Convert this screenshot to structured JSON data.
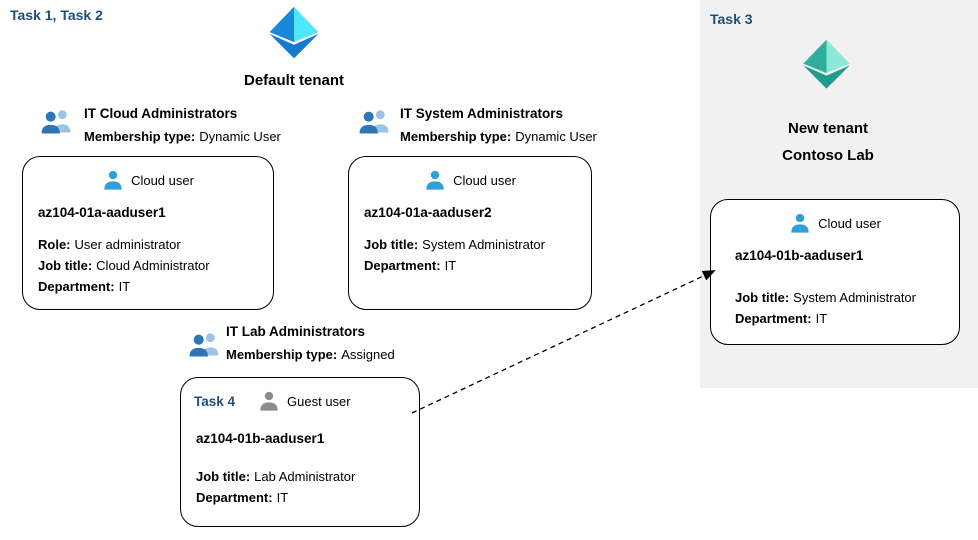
{
  "labels": {
    "task12": "Task 1, Task 2",
    "task3": "Task 3",
    "task4": "Task 4"
  },
  "default_tenant": {
    "title": "Default tenant"
  },
  "new_tenant": {
    "line1": "New tenant",
    "line2": "Contoso Lab"
  },
  "groups": [
    {
      "name": "IT Cloud Administrators",
      "membership_label": "Membership type:",
      "membership_value": "Dynamic User"
    },
    {
      "name": "IT System Administrators",
      "membership_label": "Membership type:",
      "membership_value": "Dynamic User"
    },
    {
      "name": "IT Lab Administrators",
      "membership_label": "Membership type:",
      "membership_value": "Assigned"
    }
  ],
  "cards": [
    {
      "user_type": "Cloud user",
      "name": "az104-01a-aaduser1",
      "fields": [
        {
          "label": "Role:",
          "value": "User administrator"
        },
        {
          "label": "Job title:",
          "value": "Cloud Administrator"
        },
        {
          "label": "Department:",
          "value": "IT"
        }
      ]
    },
    {
      "user_type": "Cloud user",
      "name": "az104-01a-aaduser2",
      "fields": [
        {
          "label": "Job title:",
          "value": "System Administrator"
        },
        {
          "label": "Department:",
          "value": "IT"
        }
      ]
    },
    {
      "user_type": "Guest user",
      "name": "az104-01b-aaduser1",
      "fields": [
        {
          "label": "Job title:",
          "value": "Lab Administrator"
        },
        {
          "label": "Department:",
          "value": "IT"
        }
      ]
    },
    {
      "user_type": "Cloud user",
      "name": "az104-01b-aaduser1",
      "fields": [
        {
          "label": "Job title:",
          "value": "System Administrator"
        },
        {
          "label": "Department:",
          "value": "IT"
        }
      ]
    }
  ],
  "colors": {
    "task_label": "#1f4e79",
    "panel_bg": "#f1f1f1",
    "azure_icon_light": "#50e6ff",
    "azure_icon_dark": "#1988d9",
    "teal_icon_light": "#8ce9da",
    "teal_icon_dark": "#1d9c8c"
  }
}
